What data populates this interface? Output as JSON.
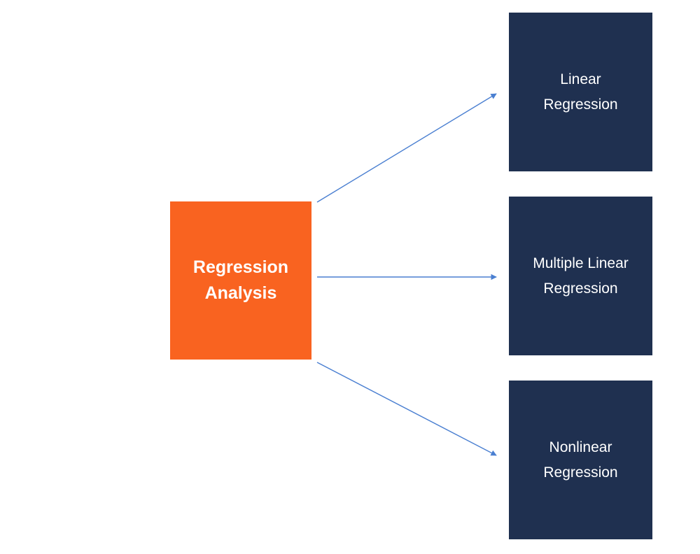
{
  "colors": {
    "root_fill": "#f96320",
    "child_fill": "#1f3050",
    "arrow": "#4a7fd1",
    "text": "#ffffff"
  },
  "diagram": {
    "root": {
      "label": "Regression\nAnalysis"
    },
    "children": [
      {
        "label": "Linear\nRegression"
      },
      {
        "label": "Multiple Linear\nRegression"
      },
      {
        "label": "Nonlinear\nRegression"
      }
    ]
  }
}
